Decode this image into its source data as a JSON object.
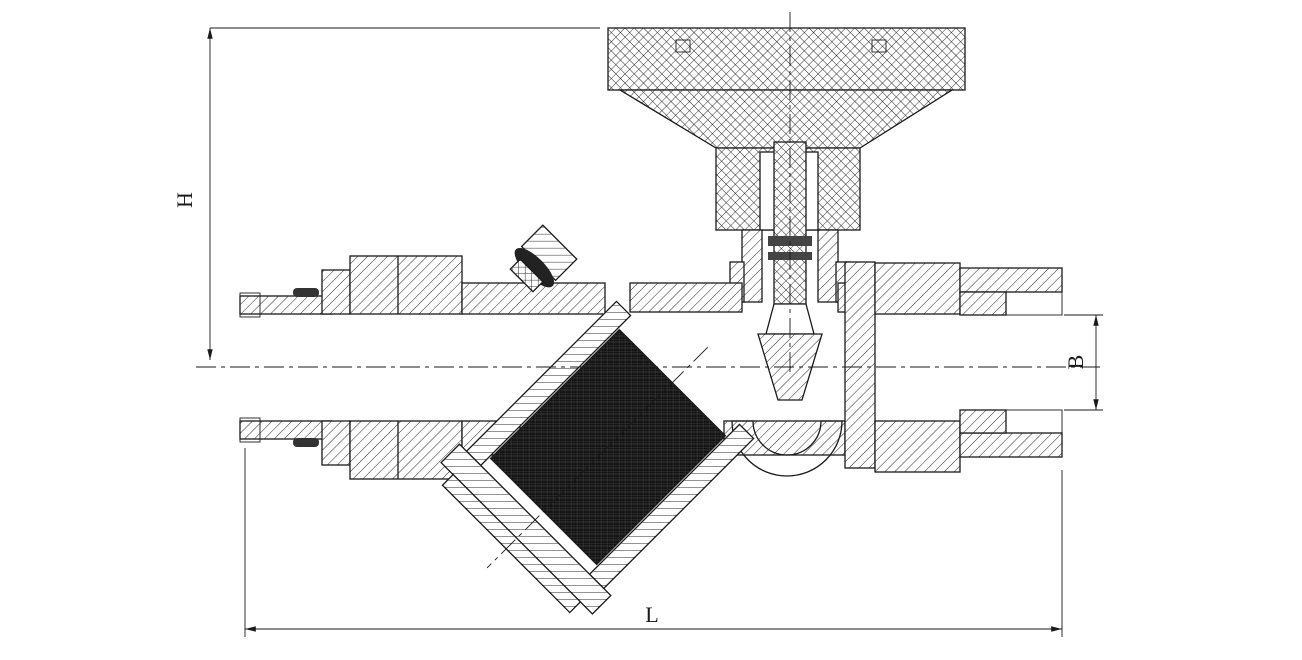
{
  "drawing": {
    "labels": {
      "height": "H",
      "length": "L",
      "bore": "B"
    },
    "colors": {
      "line": "#1a1a1a",
      "background": "#ffffff",
      "strainer_mesh": "#101010",
      "seal": "#333333"
    }
  }
}
